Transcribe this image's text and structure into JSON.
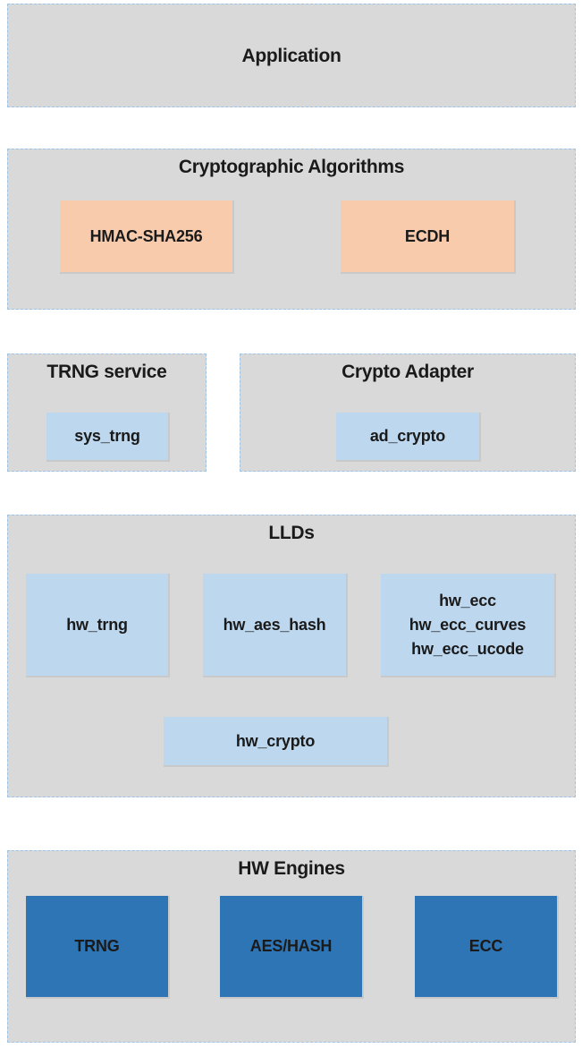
{
  "layers": {
    "application": {
      "title": "Application"
    },
    "algorithms": {
      "title": "Cryptographic Algorithms",
      "items": [
        "HMAC-SHA256",
        "ECDH"
      ]
    },
    "trng_service": {
      "title": "TRNG service",
      "items": [
        "sys_trng"
      ]
    },
    "crypto_adapter": {
      "title": "Crypto Adapter",
      "items": [
        "ad_crypto"
      ]
    },
    "llds": {
      "title": "LLDs",
      "items": [
        "hw_trng",
        "hw_aes_hash"
      ],
      "ecc_lines": [
        "hw_ecc",
        "hw_ecc_curves",
        "hw_ecc_ucode"
      ],
      "bottom_item": "hw_crypto"
    },
    "hw_engines": {
      "title": "HW Engines",
      "items": [
        "TRNG",
        "AES/HASH",
        "ECC"
      ]
    }
  },
  "colors": {
    "layer_bg": "#d9d9d9",
    "layer_border": "#9dc3e6",
    "algorithm_box": "#f8cbad",
    "software_box": "#bdd7ee",
    "hardware_box": "#2e75b6"
  }
}
